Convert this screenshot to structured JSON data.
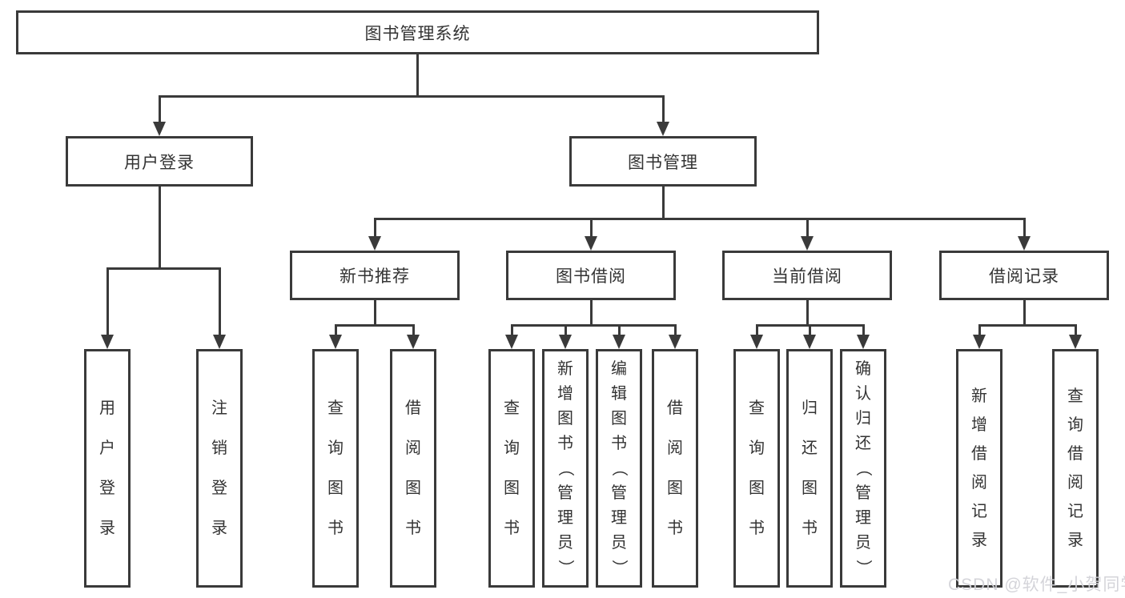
{
  "diagram": {
    "title": "图书管理系统",
    "nodes": {
      "root": "图书管理系统",
      "user_login": "用户登录",
      "book_management": "图书管理",
      "new_book_recommend": "新书推荐",
      "book_borrow": "图书借阅",
      "current_borrow": "当前借阅",
      "borrow_records": "借阅记录",
      "ul_user_login": "用户登录",
      "ul_logout": "注销登录",
      "nb_query_books": "查询图书",
      "nb_borrow_books": "借阅图书",
      "bb_query_books": "查询图书",
      "bb_add_books_admin": "新增图书（管理员）",
      "bb_edit_books_admin": "编辑图书（管理员）",
      "bb_borrow_books": "借阅图书",
      "cb_query_books": "查询图书",
      "cb_return_books": "归还图书",
      "cb_confirm_return_admin": "确认归还（管理员）",
      "br_add_record": "新增借阅记录",
      "br_query_record": "查询借阅记录"
    },
    "hierarchy": [
      {
        "parent": "图书管理系统",
        "children": [
          "用户登录",
          "图书管理"
        ]
      },
      {
        "parent": "用户登录",
        "children": [
          "用户登录",
          "注销登录"
        ]
      },
      {
        "parent": "图书管理",
        "children": [
          "新书推荐",
          "图书借阅",
          "当前借阅",
          "借阅记录"
        ]
      },
      {
        "parent": "新书推荐",
        "children": [
          "查询图书",
          "借阅图书"
        ]
      },
      {
        "parent": "图书借阅",
        "children": [
          "查询图书",
          "新增图书（管理员）",
          "编辑图书（管理员）",
          "借阅图书"
        ]
      },
      {
        "parent": "当前借阅",
        "children": [
          "查询图书",
          "归还图书",
          "确认归还（管理员）"
        ]
      },
      {
        "parent": "借阅记录",
        "children": [
          "新增借阅记录",
          "查询借阅记录"
        ]
      }
    ],
    "watermark": "CSDN @软件_小贺同学",
    "colors": {
      "line": "#3a3a3a",
      "text": "#333333",
      "watermark": "#d2d2d8",
      "background": "#ffffff"
    }
  }
}
